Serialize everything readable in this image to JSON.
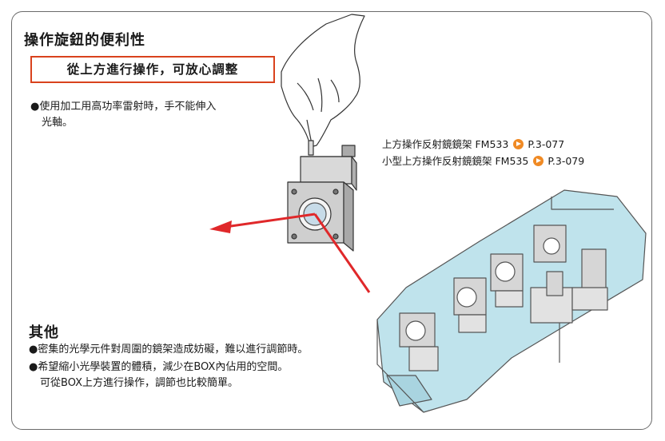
{
  "section_convenience": {
    "title": "操作旋鈕的便利性",
    "callout": "從上方進行操作，可放心調整",
    "bullet_1_line1": "●使用加工用高功率雷射時，手不能伸入",
    "bullet_1_line2": "光軸。"
  },
  "references": [
    {
      "text": "上方操作反射鏡鏡架 FM533",
      "page": "P.3-077"
    },
    {
      "text": "小型上方操作反射鏡鏡架 FM535",
      "page": "P.3-079"
    }
  ],
  "section_other": {
    "title": "其他",
    "bullet_1": "●密集的光學元件對周圍的鏡架造成妨礙，難以進行調節時。",
    "bullet_2_line1": "●希望縮小光學裝置的體積，減少在BOX內佔用的空間。",
    "bullet_2_line2": "可從BOX上方進行操作，調節也比較簡單。"
  },
  "colors": {
    "callout_border": "#d9421d",
    "laser_beam": "#e0282a",
    "reference_marker": "#f08a24",
    "box_fill": "#bfe3ec"
  },
  "icons": [
    "hand-illustration",
    "mirror-mount-illustration",
    "laser-beam",
    "optical-box-illustration",
    "arrow-circle-icon"
  ]
}
